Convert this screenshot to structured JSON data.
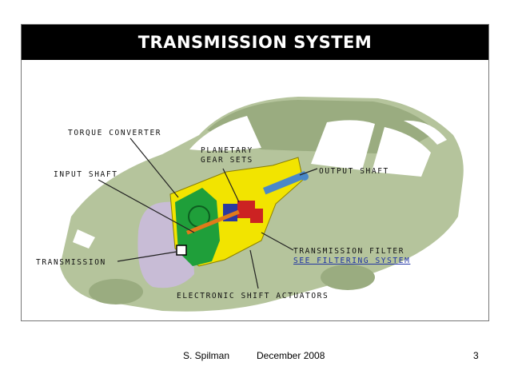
{
  "figure": {
    "title": "TRANSMISSION SYSTEM",
    "labels": {
      "torque_converter": "TORQUE CONVERTER",
      "planetary_line1": "PLANETARY",
      "planetary_line2": "GEAR SETS",
      "input_shaft": "INPUT SHAFT",
      "output_shaft": "OUTPUT SHAFT",
      "transmission": "TRANSMISSION",
      "transmission_filter": "TRANSMISSION FILTER",
      "see_filtering": "SEE FILTERING SYSTEM",
      "electronic_shift": "ELECTRONIC SHIFT ACTUATORS"
    },
    "colors": {
      "car_body": "#b5c49c",
      "car_dark": "#9aac80",
      "window": "#ffffff",
      "housing": "#f2e400",
      "converter": "#1f9f3a",
      "gears_red": "#cc2222",
      "gears_blue": "#2a3aa0",
      "shaft_blue": "#4a88c8",
      "engine": "#c8bcd6",
      "link": "#1b2fa3"
    }
  },
  "footer": {
    "author": "S. Spilman",
    "date": "December 2008",
    "page": "3"
  }
}
